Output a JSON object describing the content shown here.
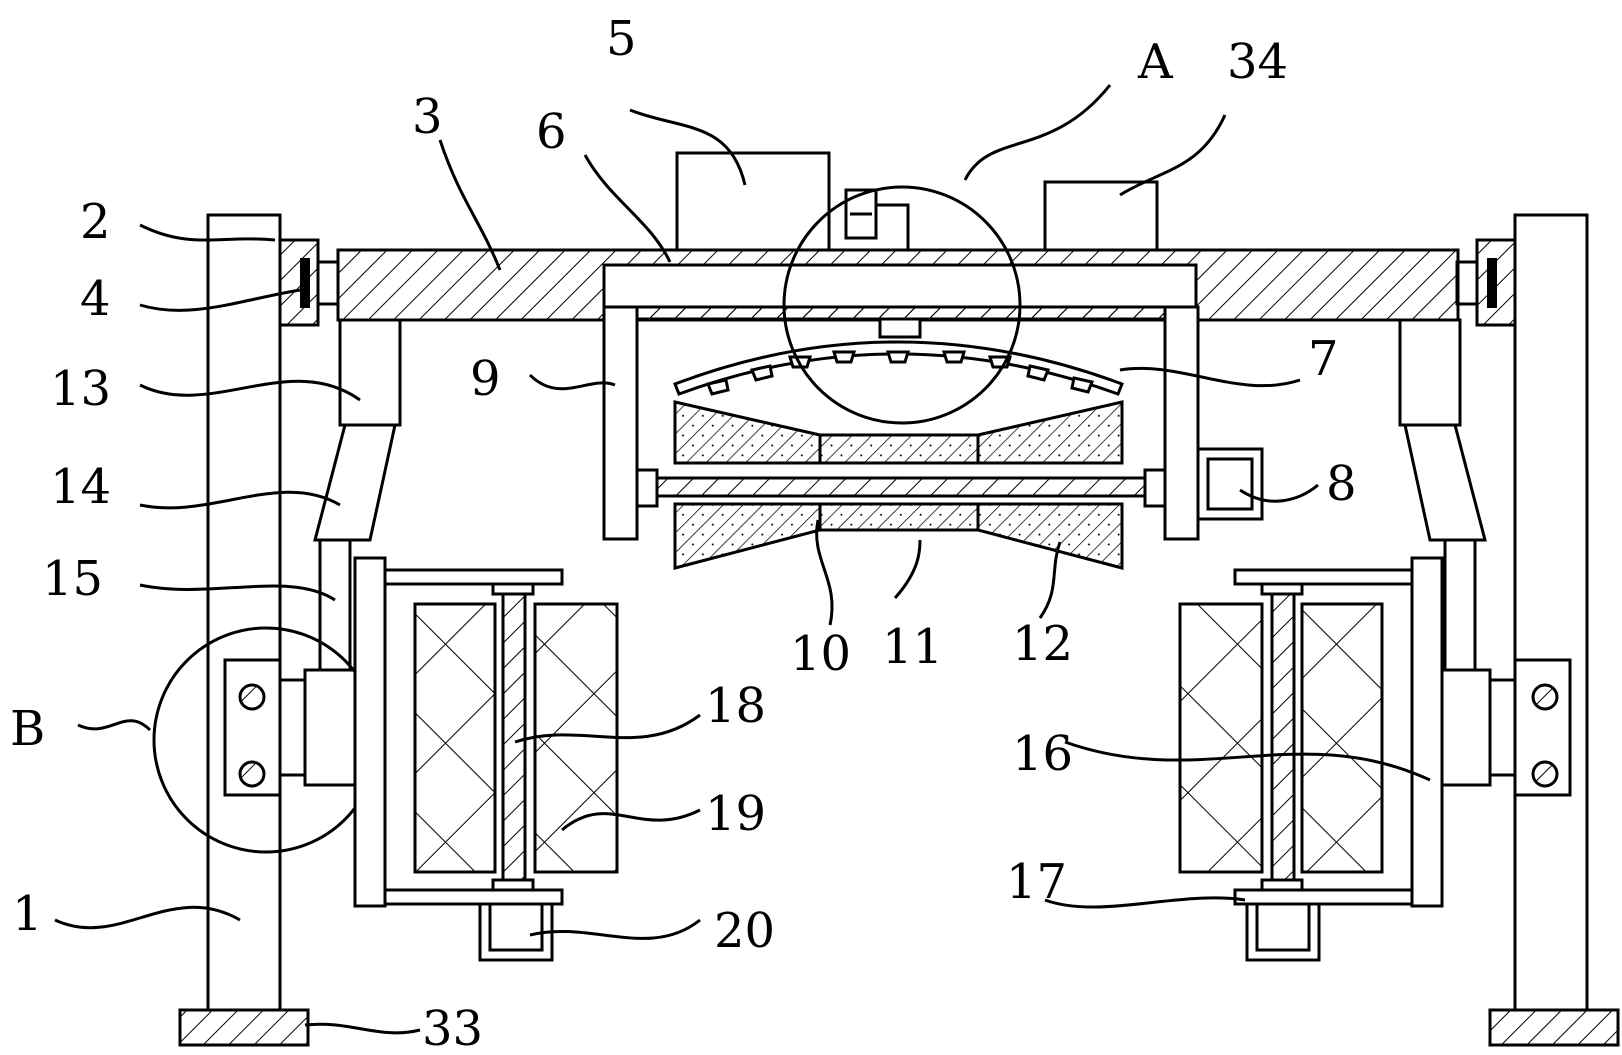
{
  "labels": {
    "l1": "1",
    "l2": "2",
    "l3": "3",
    "l4": "4",
    "l5": "5",
    "l6": "6",
    "l7": "7",
    "l8": "8",
    "l9": "9",
    "l10": "10",
    "l11": "11",
    "l12": "12",
    "l13": "13",
    "l14": "14",
    "l15": "15",
    "l16": "16",
    "l17": "17",
    "l18": "18",
    "l19": "19",
    "l20": "20",
    "l33": "33",
    "l34": "34",
    "lA": "A",
    "lB": "B"
  }
}
